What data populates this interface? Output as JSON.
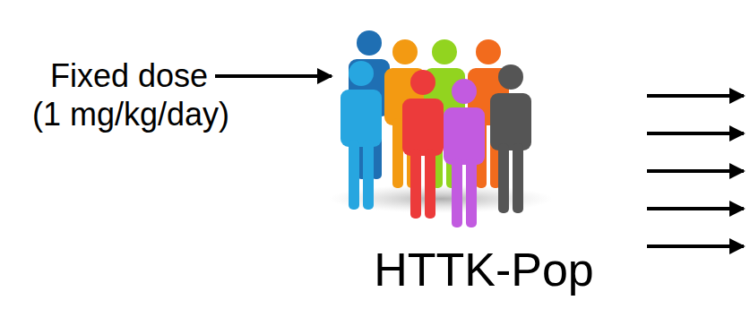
{
  "diagram": {
    "labels": [
      "Fixed dose",
      "(1 mg/kg/day)",
      "HTTK-Pop"
    ]
  }
}
